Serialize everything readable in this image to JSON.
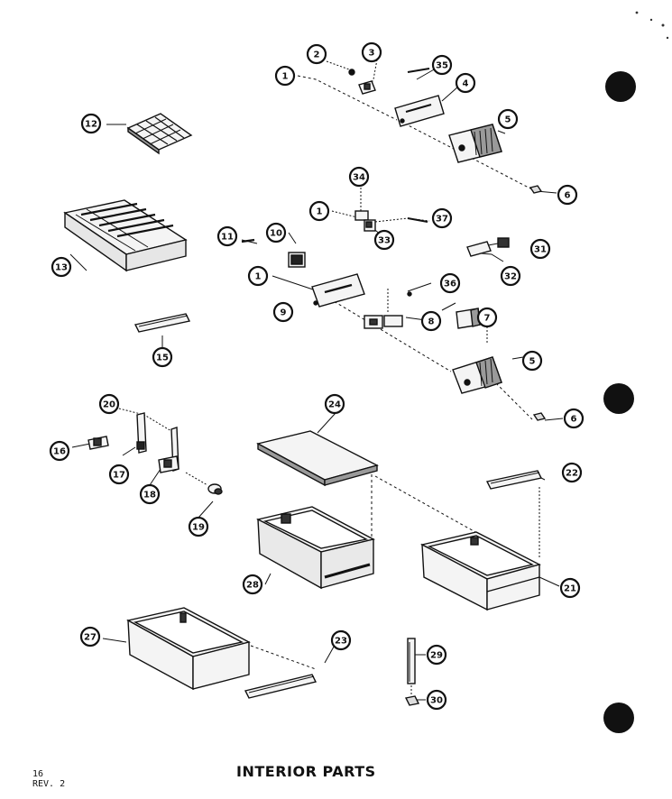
{
  "page": {
    "title": "INTERIOR PARTS",
    "page_number": "16",
    "revision": "REV. 2"
  },
  "diagram": {
    "colors": {
      "ink": "#111111",
      "paper": "#ffffff",
      "part_fill": "#f4f4f4",
      "part_shade": "#9a9a9a"
    },
    "callouts": [
      "1",
      "2",
      "3",
      "35",
      "4",
      "5",
      "6",
      "12",
      "34",
      "1",
      "37",
      "33",
      "31",
      "32",
      "11",
      "10",
      "1",
      "36",
      "9",
      "8",
      "7",
      "5",
      "6",
      "13",
      "15",
      "24",
      "22",
      "20",
      "16",
      "17",
      "18",
      "19",
      "28",
      "21",
      "27",
      "23",
      "29",
      "30"
    ]
  }
}
